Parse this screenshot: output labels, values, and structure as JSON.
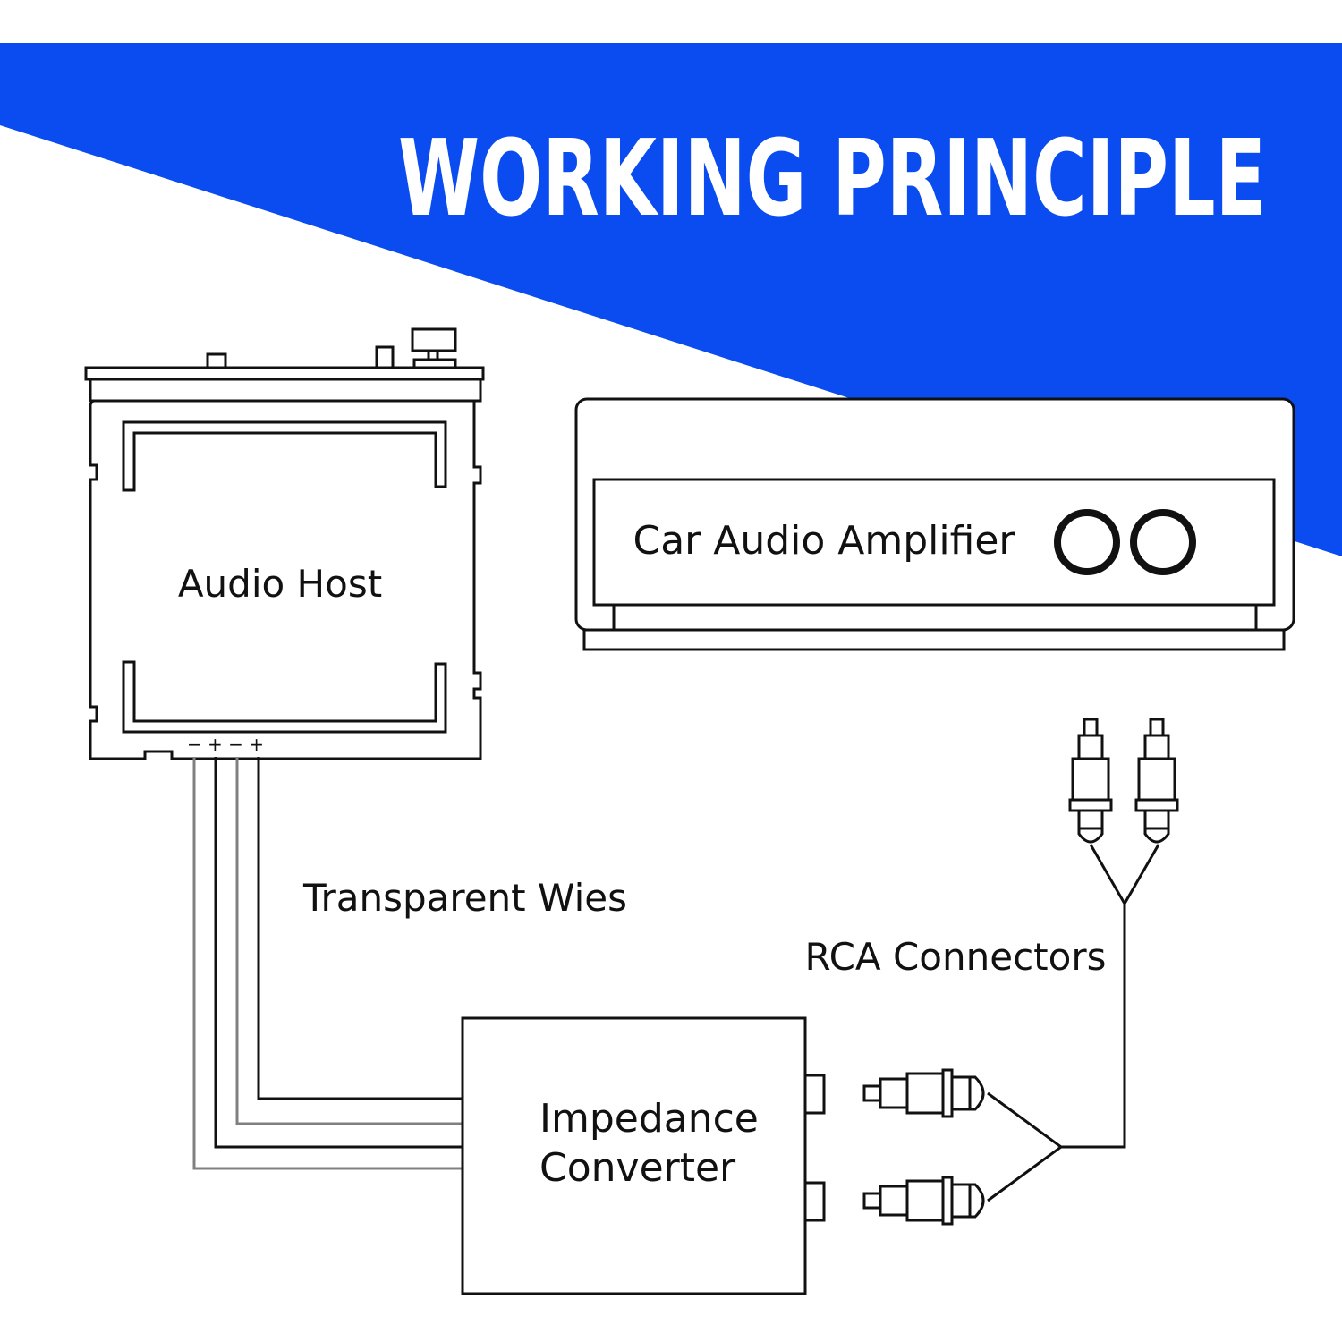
{
  "header": {
    "title": "WORKING PRINCIPLE",
    "banner_color": "#0a4cf0",
    "title_color": "#ffffff"
  },
  "labels": {
    "audio_host": "Audio Host",
    "amplifier": "Car Audio Amplifier",
    "wires": "Transparent Wies",
    "rca": "RCA Connectors",
    "converter_line1": "Impedance",
    "converter_line2": "Converter",
    "polarity": "− + − +"
  },
  "colors": {
    "line": "#111111",
    "wire_gray": "#808080"
  }
}
